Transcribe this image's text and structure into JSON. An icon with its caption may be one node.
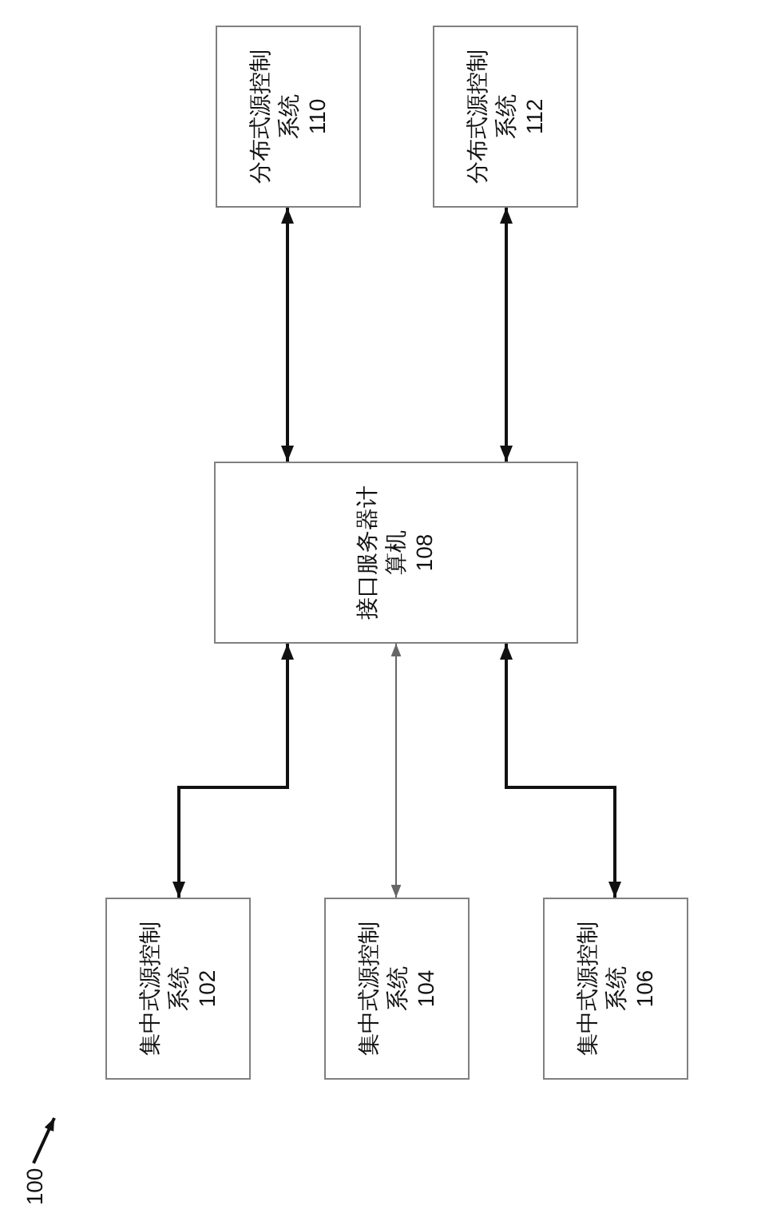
{
  "diagram": {
    "nodes": [
      {
        "text": [
          "分布式源控制系统",
          "110"
        ]
      },
      {
        "text": [
          "分布式源控制系统",
          "112"
        ]
      },
      {
        "text": [
          "接口服务器计算机",
          "108"
        ]
      },
      {
        "text": [
          "集中式源控制系统",
          "102"
        ]
      },
      {
        "text": [
          "集中式源控制系统",
          "104"
        ]
      },
      {
        "text": [
          "集中式源控制系统",
          "106"
        ]
      },
      {
        "text": [
          "100"
        ]
      }
    ],
    "edges": [
      {
        "from": 2,
        "to": 0,
        "arrow": "both"
      },
      {
        "from": 2,
        "to": 1,
        "arrow": "both"
      },
      {
        "from": 3,
        "to": 2,
        "arrow": "both"
      },
      {
        "from": 4,
        "to": 2,
        "arrow": "both",
        "color": "#666666"
      },
      {
        "from": 5,
        "to": 2,
        "arrow": "both"
      },
      {
        "from": 6,
        "to": null,
        "arrow": "to"
      }
    ]
  }
}
